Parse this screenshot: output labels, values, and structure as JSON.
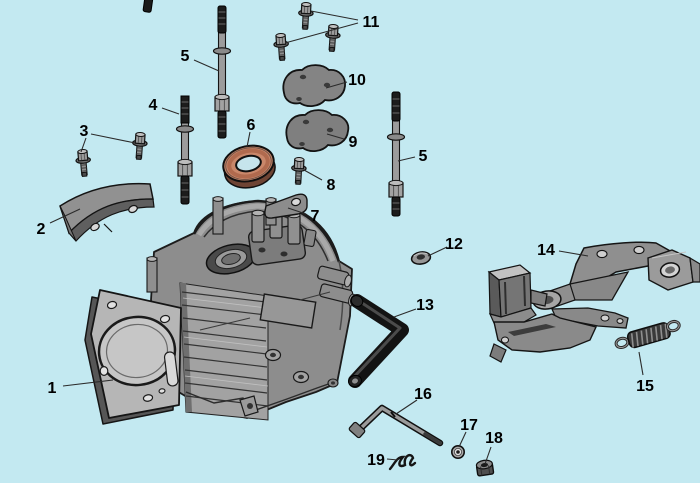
{
  "figure": {
    "background_color": "#c3e9f1",
    "outline_color": "#1a1a1a",
    "label_color": "#000000",
    "part_gray": "#8f8f8f",
    "copper_seal_color": "#c9876a"
  },
  "callouts": [
    {
      "label": "1"
    },
    {
      "label": "2"
    },
    {
      "label": "3"
    },
    {
      "label": "4"
    },
    {
      "label": "5"
    },
    {
      "label": "5"
    },
    {
      "label": "6"
    },
    {
      "label": "7"
    },
    {
      "label": "8"
    },
    {
      "label": "9"
    },
    {
      "label": "10"
    },
    {
      "label": "11"
    },
    {
      "label": "12"
    },
    {
      "label": "13"
    },
    {
      "label": "14"
    },
    {
      "label": "15"
    },
    {
      "label": "16"
    },
    {
      "label": "17"
    },
    {
      "label": "18"
    },
    {
      "label": "19"
    }
  ]
}
